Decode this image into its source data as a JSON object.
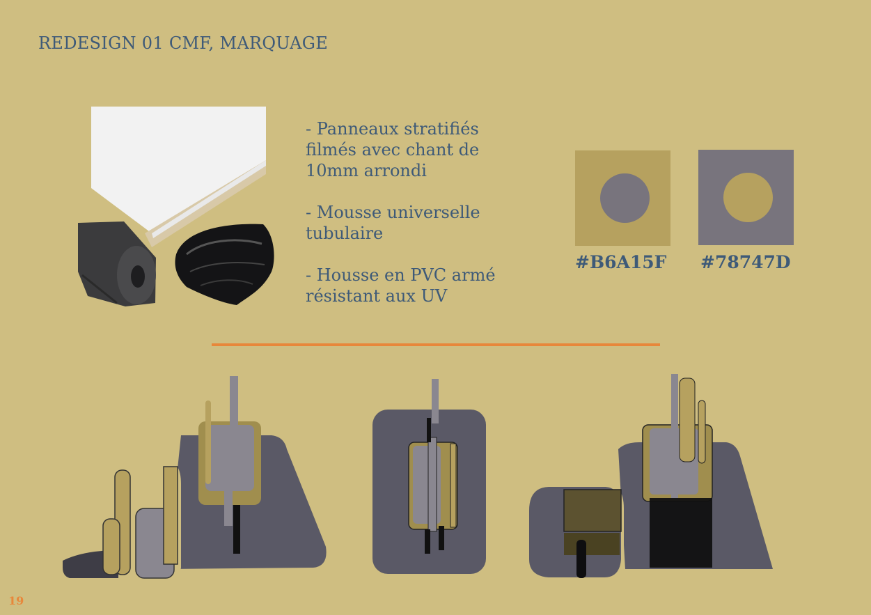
{
  "header": {
    "title": "REDESIGN 01 CMF, MARQUAGE"
  },
  "materials": {
    "items": [
      {
        "label": "- Panneaux stratifiés filmés avec chant de 10mm arrondi"
      },
      {
        "label": "- Mousse universelle tubulaire"
      },
      {
        "label": "- Housse en PVC armé résistant aux UV"
      }
    ]
  },
  "colors": {
    "swatches": [
      {
        "hex": "#B6A15F",
        "fill": "#B6A15F",
        "dot": "#78747D"
      },
      {
        "hex": "#78747D",
        "fill": "#78747D",
        "dot": "#B6A15F"
      }
    ]
  },
  "footer": {
    "page": "19"
  },
  "theme": {
    "background": "#CFBE81",
    "accent": "#E8873A",
    "text": "#3E5A78"
  }
}
